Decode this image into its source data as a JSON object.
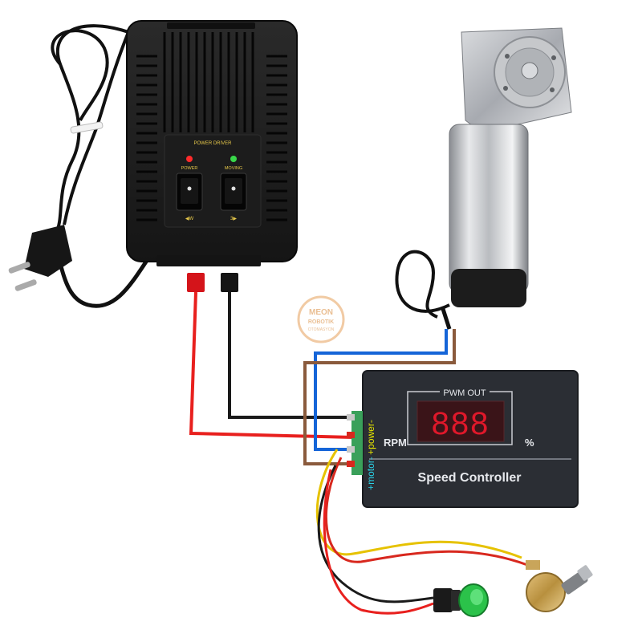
{
  "power_driver": {
    "title": "POWER DRIVER",
    "power_label": "POWER",
    "moving_label": "MOVING",
    "left_arrow_label": "◀W",
    "right_arrow_label": "3▶"
  },
  "watermark": {
    "line1": "MEON",
    "line2": "ROBOTIK",
    "line3": "OTOMASYON"
  },
  "controller": {
    "pwm_label": "PWM OUT",
    "display_digits": "888",
    "rpm_label": "RPM",
    "percent_label": "%",
    "name": "Speed Controller",
    "power_terminal_label": "+power-",
    "motor_terminal_label": "+motor-"
  },
  "colors": {
    "red_wire": "#e8201e",
    "black_wire": "#1a1a1a",
    "blue_wire": "#1565d8",
    "brown_wire": "#8a5a3c",
    "display_red": "#e0182a",
    "power_label_yellow": "#e6e600",
    "motor_label_cyan": "#2ad1e6",
    "controller_body": "#2b2e34"
  }
}
